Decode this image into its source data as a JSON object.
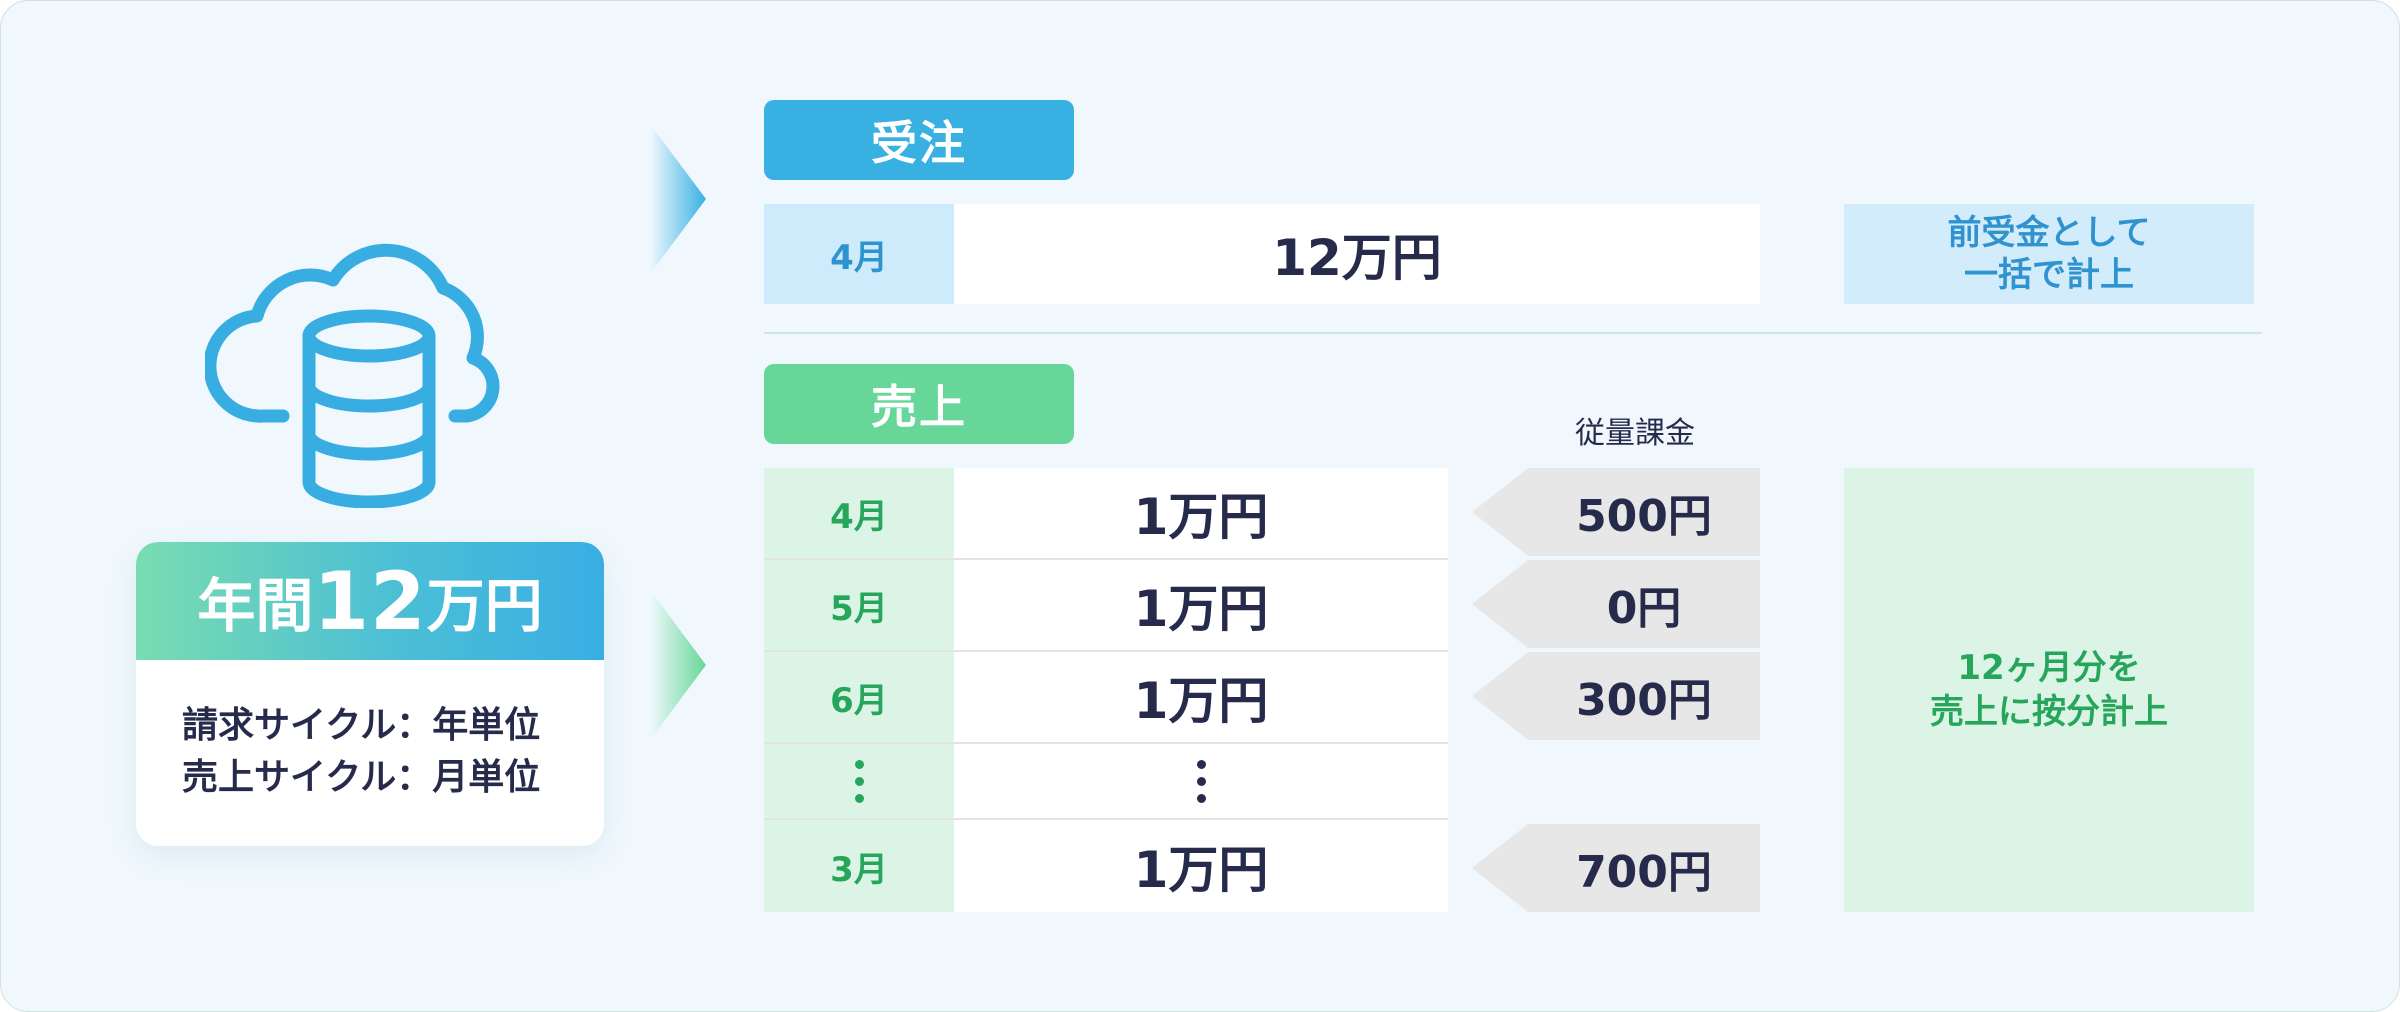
{
  "summary": {
    "head_prefix": "年間",
    "head_amount": "12",
    "head_unit": "万円",
    "billing_cycle": "請求サイクル：年単位",
    "sales_cycle": "売上サイクル：月単位"
  },
  "order": {
    "title": "受注",
    "month": "4月",
    "amount": "12万円",
    "note_line1": "前受金として",
    "note_line2": "一括で計上"
  },
  "sales": {
    "title": "売上",
    "usage_label": "従量課金",
    "rows": [
      {
        "month": "4月",
        "amount": "1万円",
        "usage": "500円"
      },
      {
        "month": "5月",
        "amount": "1万円",
        "usage": "0円"
      },
      {
        "month": "6月",
        "amount": "1万円",
        "usage": "300円"
      },
      {
        "month": "3月",
        "amount": "1万円",
        "usage": "700円"
      }
    ],
    "note_line1": "12ヶ月分を",
    "note_line2": "売上に按分計上"
  },
  "colors": {
    "order_blue": "#38b1e2",
    "sales_green": "#66d798",
    "text_navy": "#262b4b",
    "usage_gray": "#e7e7e7"
  },
  "icons": [
    "cloud-database-icon",
    "chevron-right-icon"
  ]
}
